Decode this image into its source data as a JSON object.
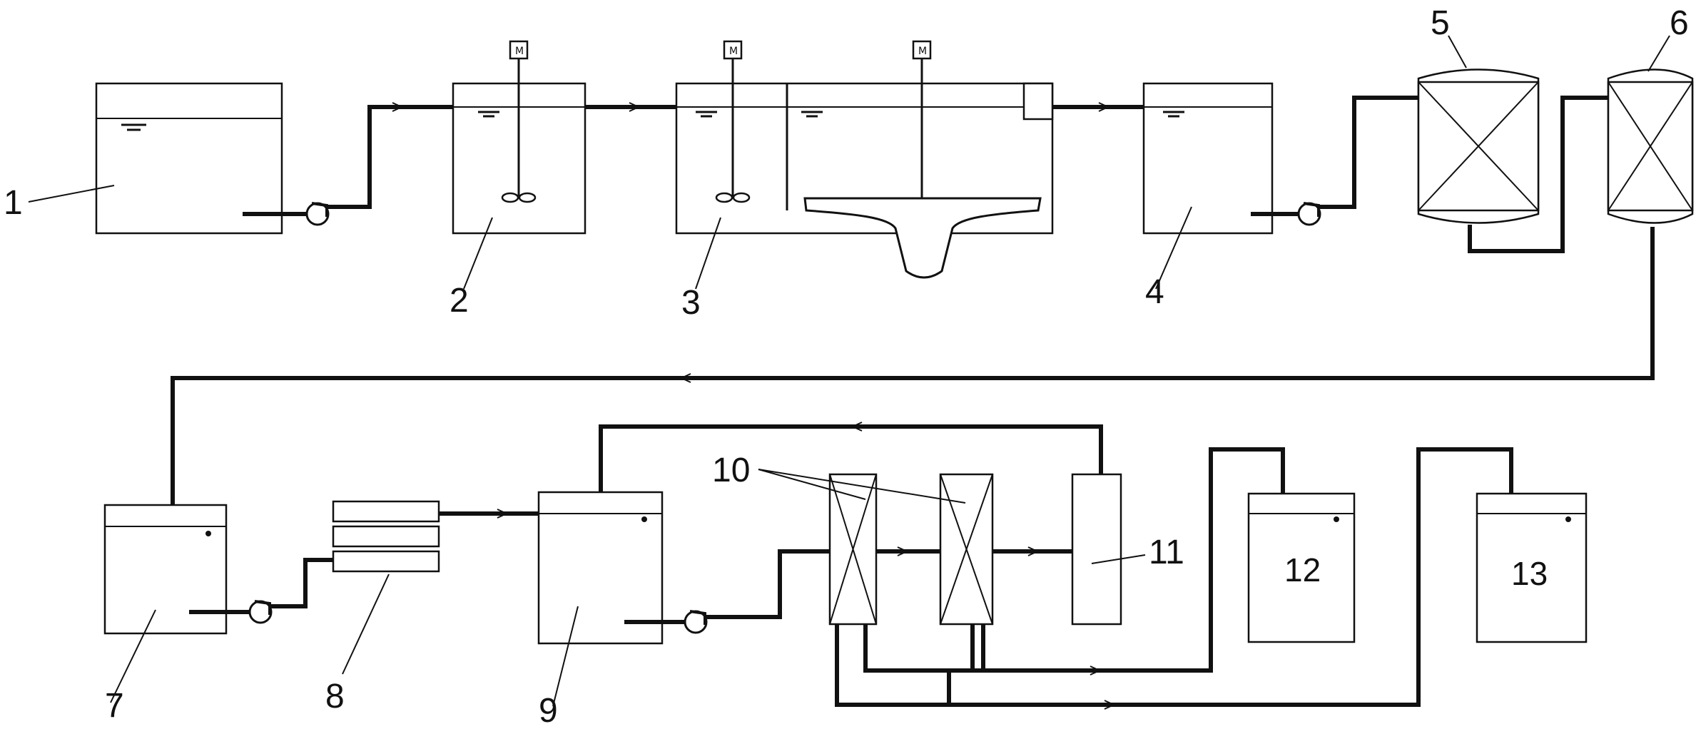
{
  "labels": {
    "unit_1": "1",
    "unit_2": "2",
    "unit_3": "3",
    "unit_4": "4",
    "unit_5": "5",
    "unit_6": "6",
    "unit_7": "7",
    "unit_8": "8",
    "unit_9": "9",
    "unit_10": "10",
    "unit_11": "11",
    "unit_12": "12",
    "unit_13": "13"
  },
  "motor_symbol": "M"
}
